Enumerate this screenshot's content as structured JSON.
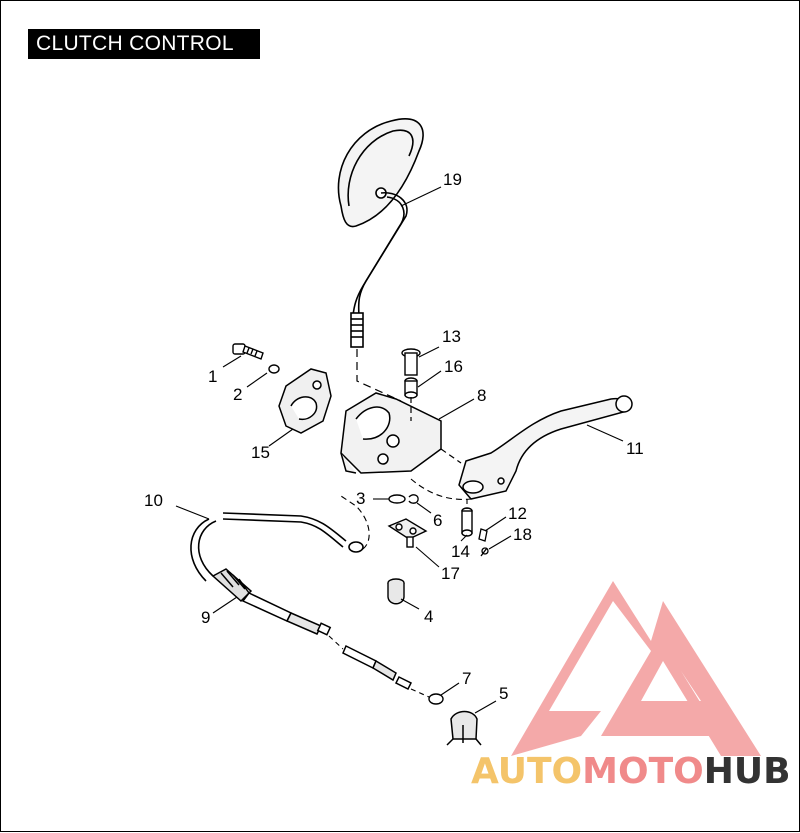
{
  "title": "CLUTCH CONTROL",
  "callouts": [
    "1",
    "2",
    "3",
    "4",
    "5",
    "6",
    "7",
    "8",
    "9",
    "10",
    "11",
    "12",
    "13",
    "14",
    "15",
    "16",
    "17",
    "18",
    "19"
  ],
  "watermark": {
    "part1": "AUTO",
    "part2": "MOTO",
    "part3": "HUB",
    "colors": {
      "yellow": "#f4c46a",
      "red": "#f08a8a",
      "dark": "#333333",
      "logo": "#f29a9a"
    }
  }
}
